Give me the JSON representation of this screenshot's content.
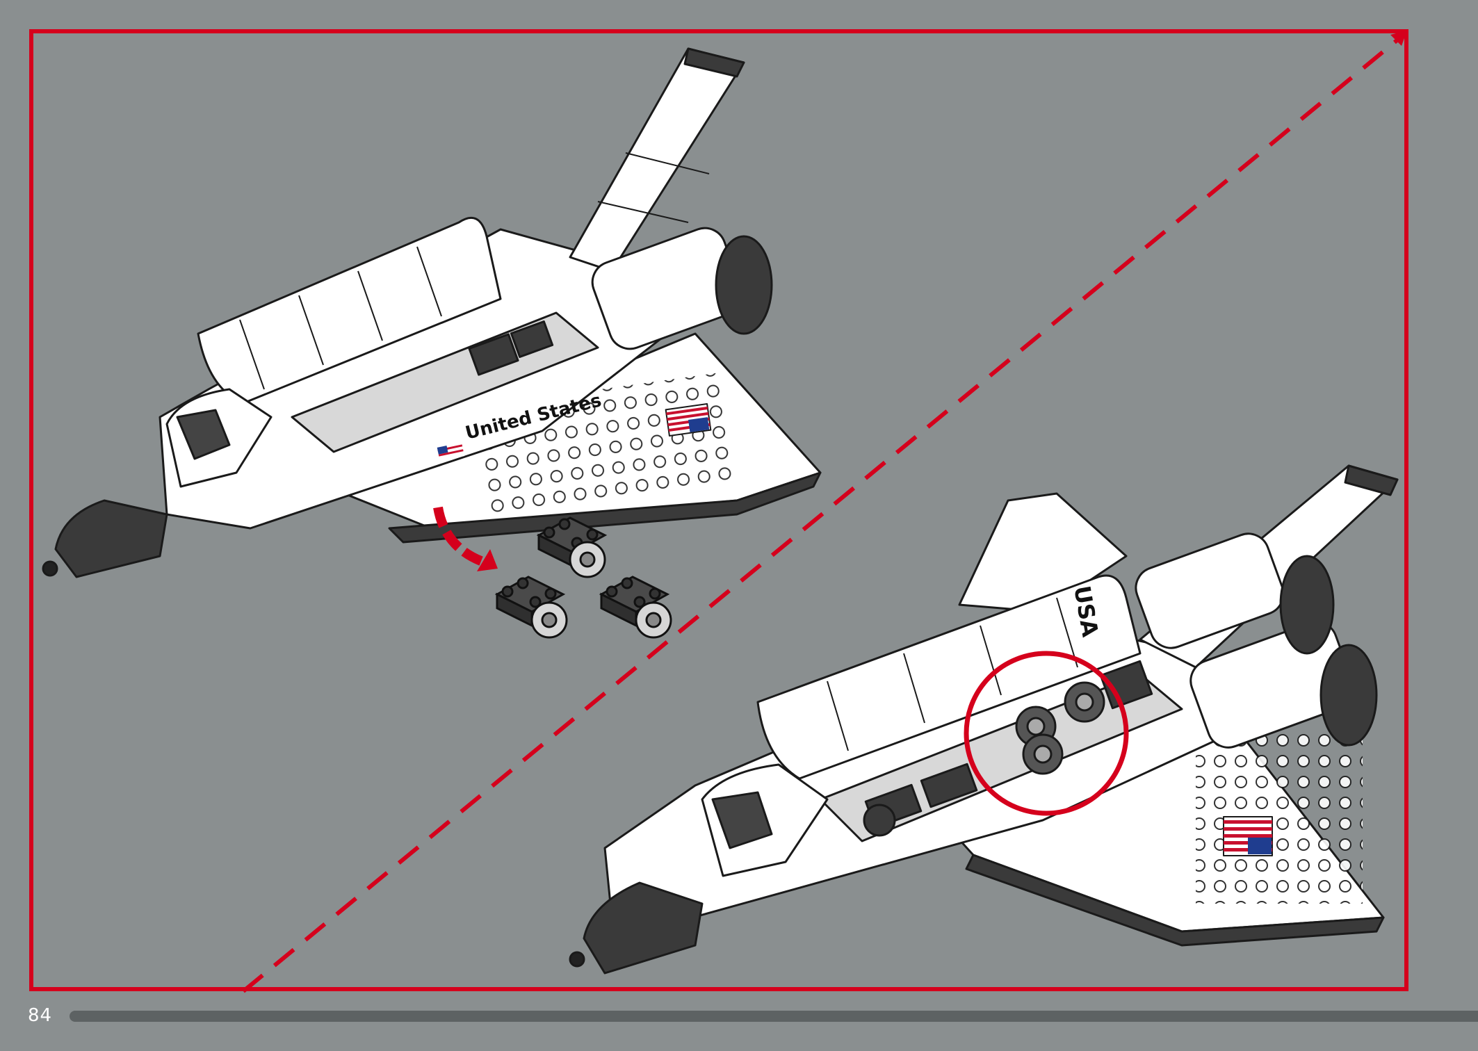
{
  "page": {
    "number": "84"
  },
  "instruction": {
    "step_label": "",
    "decals": {
      "left_text": "United States",
      "right_text": "USA"
    }
  },
  "colors": {
    "background": "#8a8f90",
    "frame": "#d5001c",
    "brick_white": "#ffffff",
    "brick_dark": "#3a3a3a",
    "outline": "#1a1a1a",
    "track": "#5d6263"
  },
  "icons": {
    "insert_arrow": "curved-arrow-icon",
    "callout": "highlight-circle-icon",
    "flag": "us-flag-icon"
  }
}
